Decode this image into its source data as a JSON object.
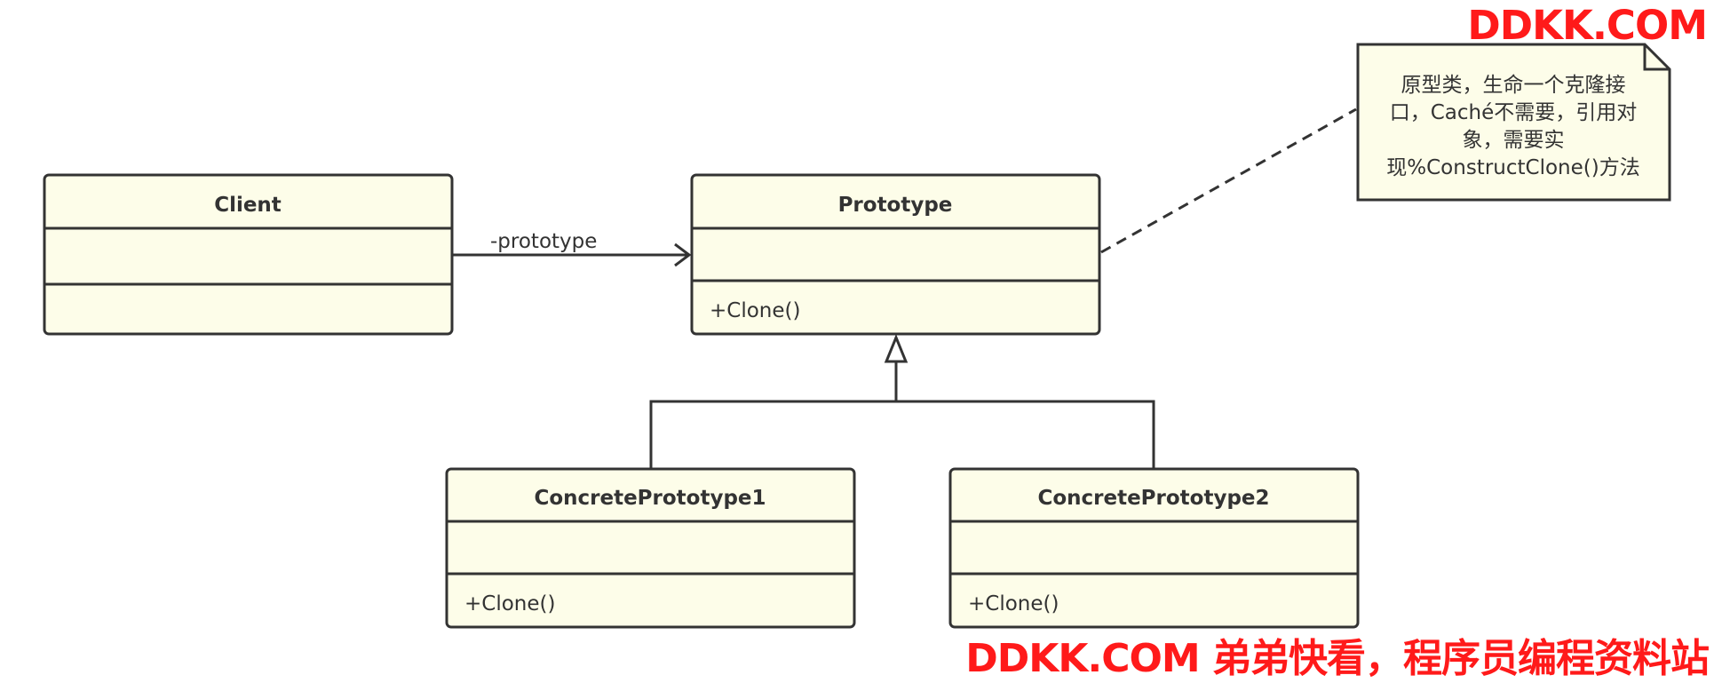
{
  "classes": {
    "client": {
      "name": "Client",
      "operation": ""
    },
    "prototype": {
      "name": "Prototype",
      "operation": "+Clone()"
    },
    "concrete1": {
      "name": "ConcretePrototype1",
      "operation": "+Clone()"
    },
    "concrete2": {
      "name": "ConcretePrototype2",
      "operation": "+Clone()"
    }
  },
  "association": {
    "label": "-prototype"
  },
  "note": {
    "lines": [
      "原型类，生命一个克隆接",
      "口，Caché不需要，引用对",
      "象，需要实",
      "现%ConstructClone()方法"
    ]
  },
  "watermark": {
    "top": "DDKK.COM",
    "bottom": "DDKK.COM 弟弟快看，程序员编程资料站"
  },
  "colors": {
    "box_fill": "#fdfde9",
    "stroke": "#333333",
    "watermark": "#ff1a1a"
  }
}
